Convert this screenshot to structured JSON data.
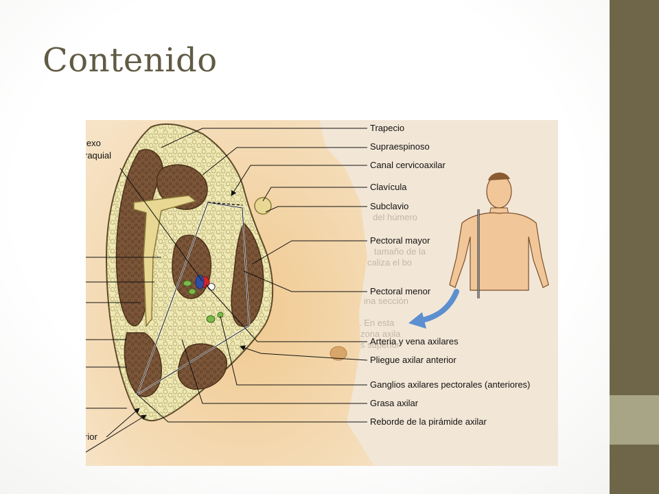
{
  "slide": {
    "title": "Contenido"
  },
  "figure": {
    "labels_right": [
      "Trapecio",
      "Supraespinoso",
      "Canal cervicoaxilar",
      "Clavícula",
      "Subclavio",
      "Pectoral mayor",
      "Pectoral menor",
      "Arteria y vena axilares",
      "Pliegue axilar anterior",
      "Ganglios axilares pectorales (anteriores)",
      "Grasa axilar",
      "Reborde de la pirámide axilar"
    ],
    "labels_left_partial": [
      "lexo",
      "raquial",
      "rior"
    ]
  },
  "theme": {
    "title_color": "#615b45",
    "sidebar_dark": "#6f6649",
    "sidebar_light": "#a7a585",
    "muscle_color": "#7b5538",
    "fat_color": "#efe9b6",
    "bone_color": "#e8d894",
    "artery_color": "#d2232a",
    "vein_color": "#2a4fa8",
    "node_color": "#7bb94a",
    "arrow_color": "#5b8fd0"
  }
}
